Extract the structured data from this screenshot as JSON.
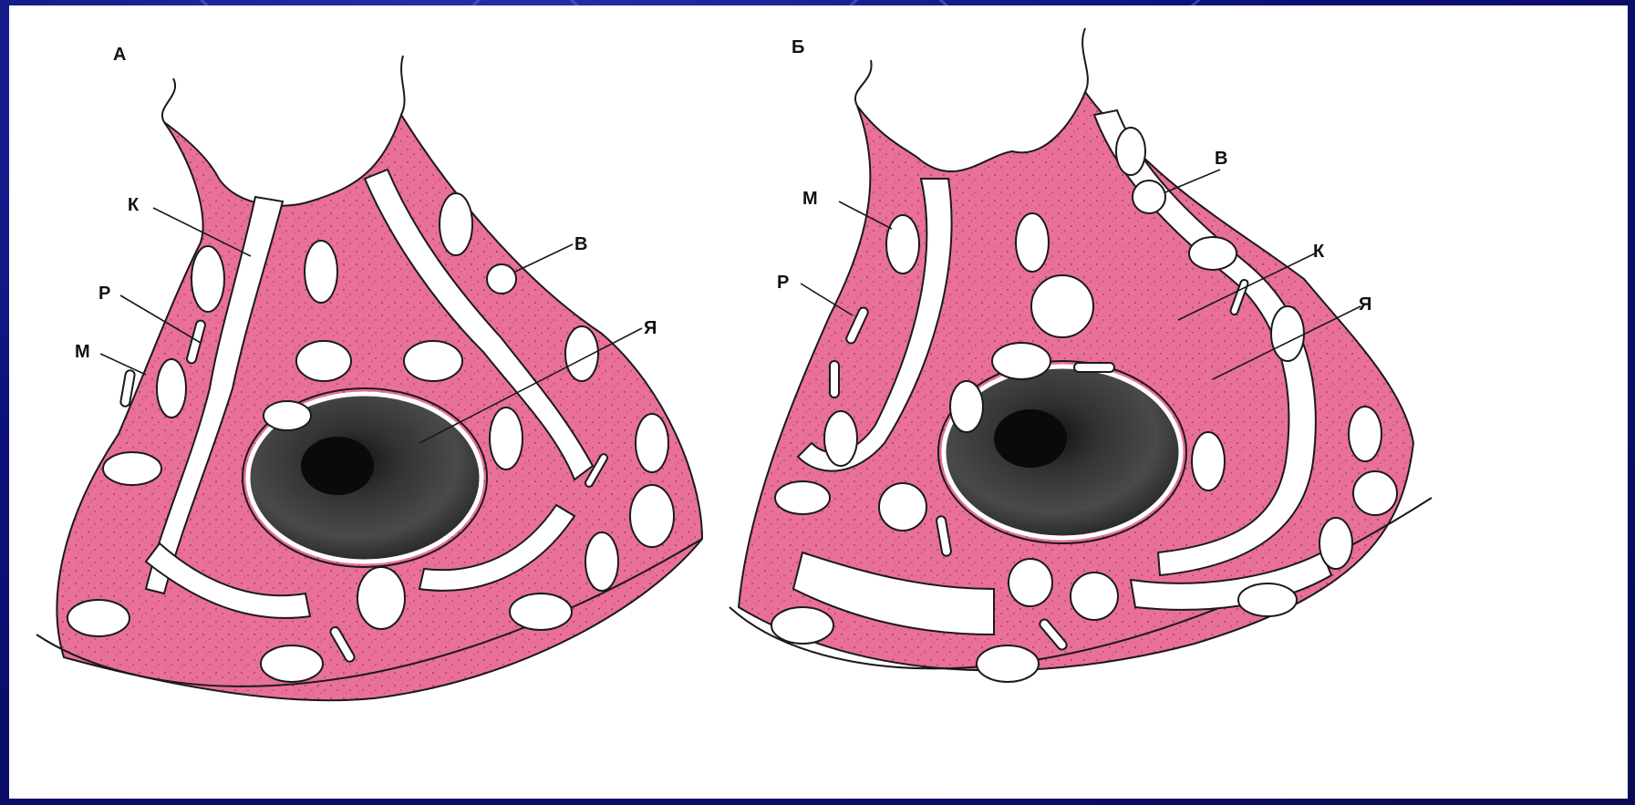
{
  "panels": [
    {
      "id": "A",
      "title": "А",
      "labels": [
        "К",
        "Р",
        "М",
        "В",
        "Я"
      ]
    },
    {
      "id": "B",
      "title": "Б",
      "labels": [
        "М",
        "Р",
        "В",
        "К",
        "Я"
      ]
    }
  ],
  "colors": {
    "background": "#0b0e6e",
    "cytoplasm": "#e8709a",
    "nucleus": "#3a3a3a",
    "outline": "#1a1a1a"
  }
}
